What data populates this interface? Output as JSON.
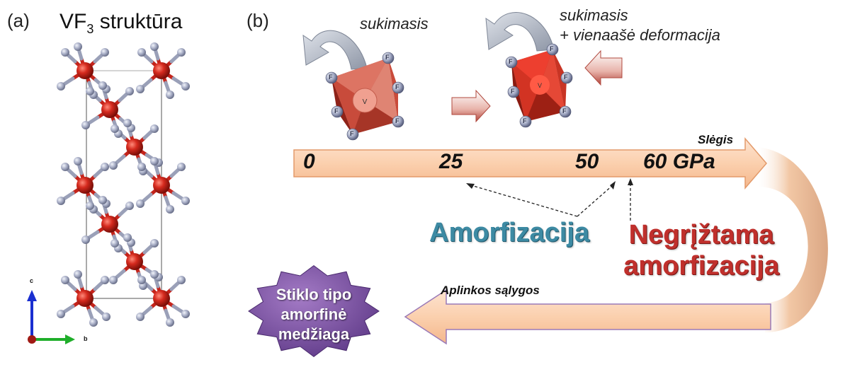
{
  "panel_a": {
    "label": "(a)",
    "title_main": "VF",
    "title_sub": "3",
    "title_rest": " struktūra",
    "axes": {
      "c": "c",
      "b": "b"
    }
  },
  "panel_b": {
    "label": "(b)",
    "rotation_label": "sukimasis",
    "rotation_deform_line1": "sukimasis",
    "rotation_deform_line2": "+ vienaašė deformacija",
    "octahedron_center": "V",
    "ligand": "F",
    "pressure_axis": {
      "label": "Slėgis",
      "ticks": [
        "0",
        "25",
        "50",
        "60 GPa"
      ]
    },
    "amorfizacija": "Amorfizacija",
    "irreversible_line1": "Negrįžtama",
    "irreversible_line2": "amorfizacija",
    "ambient_label": "Aplinkos sąlygos",
    "product_line1": "Stiklo tipo",
    "product_line2": "amorfinė",
    "product_line3": "medžiaga"
  },
  "colors": {
    "arrow_fill": "#fbd3b5",
    "arrow_border": "#9a7ab8",
    "vanadium": "#c9221a",
    "fluorine": "#aab0c8",
    "star": "#7b4f9e",
    "amorf_text": "#3d8aa3",
    "irrev_text": "#c0302c"
  }
}
